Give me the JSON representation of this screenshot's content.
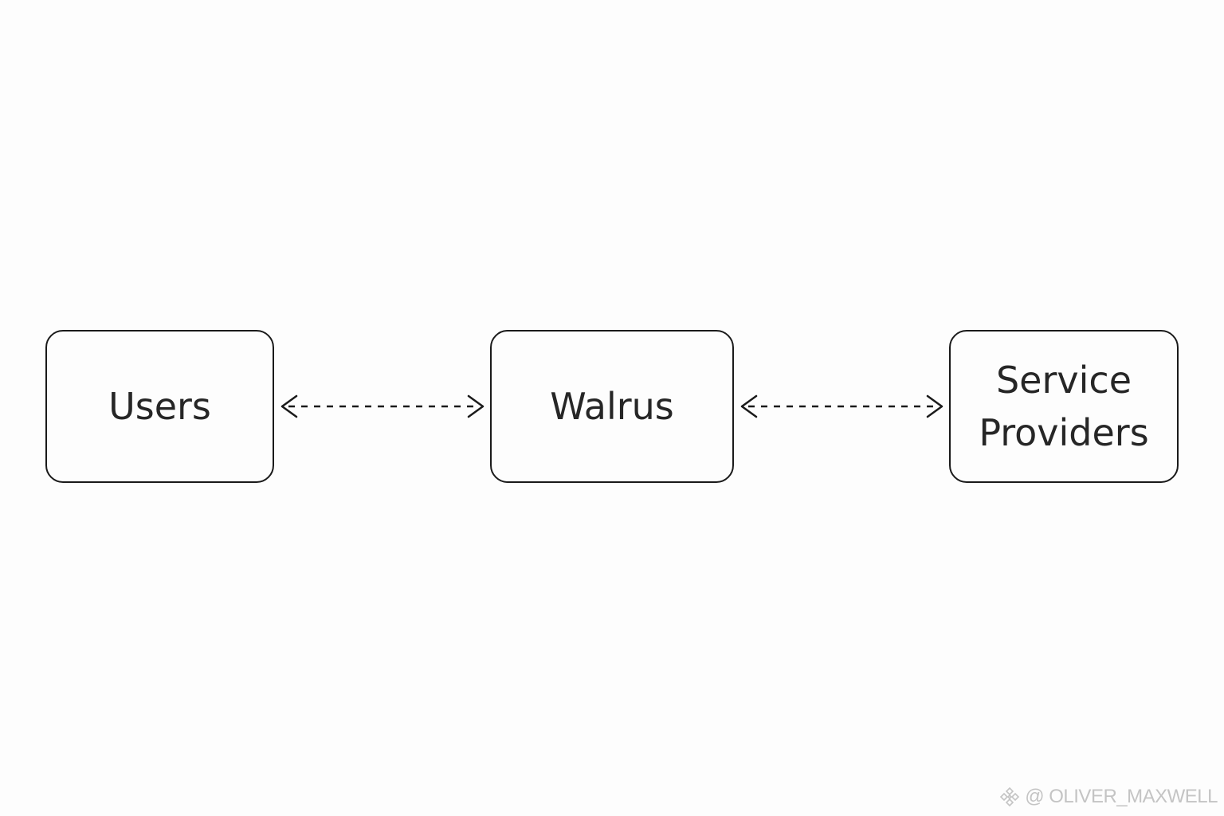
{
  "nodes": {
    "users": "Users",
    "walrus": "Walrus",
    "service_providers": "Service\nProviders"
  },
  "edges": [
    {
      "from": "Users",
      "to": "Walrus",
      "style": "dashed",
      "direction": "bidirectional"
    },
    {
      "from": "Walrus",
      "to": "Service Providers",
      "style": "dashed",
      "direction": "bidirectional"
    }
  ],
  "watermark": {
    "icon": "binance-logo-icon",
    "text": "@ OLIVER_MAXWELL"
  },
  "colors": {
    "stroke": "#1a1a1a",
    "text": "#262626",
    "background": "#fdfdfd",
    "watermark": "#c4c4c4"
  }
}
